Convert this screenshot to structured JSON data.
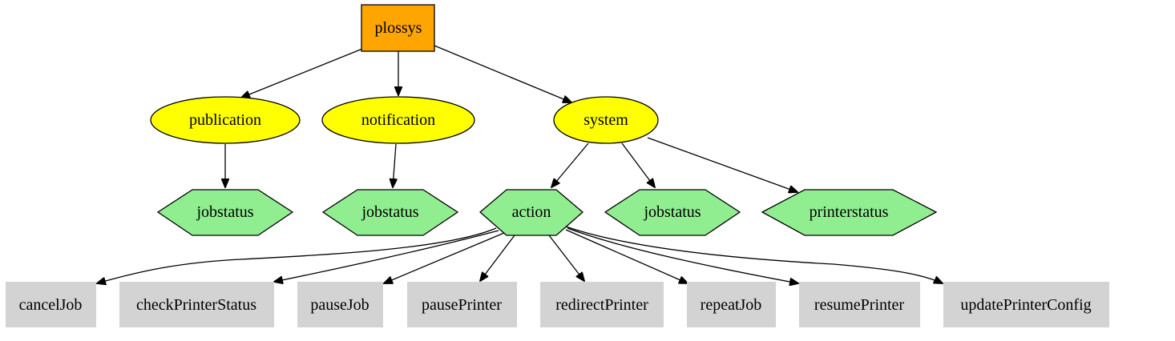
{
  "colors": {
    "root": "#ffa500",
    "topic": "#ffff00",
    "subtopic": "#90ee90",
    "leaf": "#d3d3d3"
  },
  "nodes": {
    "plossys": {
      "label": "plossys",
      "shape": "box"
    },
    "publication": {
      "label": "publication",
      "shape": "ellipse"
    },
    "notification": {
      "label": "notification",
      "shape": "ellipse"
    },
    "system": {
      "label": "system",
      "shape": "ellipse"
    },
    "pub_jobstatus": {
      "label": "jobstatus",
      "shape": "hexagon"
    },
    "notif_jobstatus": {
      "label": "jobstatus",
      "shape": "hexagon"
    },
    "action": {
      "label": "action",
      "shape": "hexagon"
    },
    "sys_jobstatus": {
      "label": "jobstatus",
      "shape": "hexagon"
    },
    "printerstatus": {
      "label": "printerstatus",
      "shape": "hexagon"
    },
    "cancelJob": {
      "label": "cancelJob",
      "shape": "plain-box"
    },
    "checkPrinterStatus": {
      "label": "checkPrinterStatus",
      "shape": "plain-box"
    },
    "pauseJob": {
      "label": "pauseJob",
      "shape": "plain-box"
    },
    "pausePrinter": {
      "label": "pausePrinter",
      "shape": "plain-box"
    },
    "redirectPrinter": {
      "label": "redirectPrinter",
      "shape": "plain-box"
    },
    "repeatJob": {
      "label": "repeatJob",
      "shape": "plain-box"
    },
    "resumePrinter": {
      "label": "resumePrinter",
      "shape": "plain-box"
    },
    "updatePrinterConfig": {
      "label": "updatePrinterConfig",
      "shape": "plain-box"
    }
  },
  "edges": [
    {
      "from": "plossys",
      "to": "publication"
    },
    {
      "from": "plossys",
      "to": "notification"
    },
    {
      "from": "plossys",
      "to": "system"
    },
    {
      "from": "publication",
      "to": "pub_jobstatus"
    },
    {
      "from": "notification",
      "to": "notif_jobstatus"
    },
    {
      "from": "system",
      "to": "action"
    },
    {
      "from": "system",
      "to": "sys_jobstatus"
    },
    {
      "from": "system",
      "to": "printerstatus"
    },
    {
      "from": "action",
      "to": "cancelJob"
    },
    {
      "from": "action",
      "to": "checkPrinterStatus"
    },
    {
      "from": "action",
      "to": "pauseJob"
    },
    {
      "from": "action",
      "to": "pausePrinter"
    },
    {
      "from": "action",
      "to": "redirectPrinter"
    },
    {
      "from": "action",
      "to": "repeatJob"
    },
    {
      "from": "action",
      "to": "resumePrinter"
    },
    {
      "from": "action",
      "to": "updatePrinterConfig"
    }
  ]
}
